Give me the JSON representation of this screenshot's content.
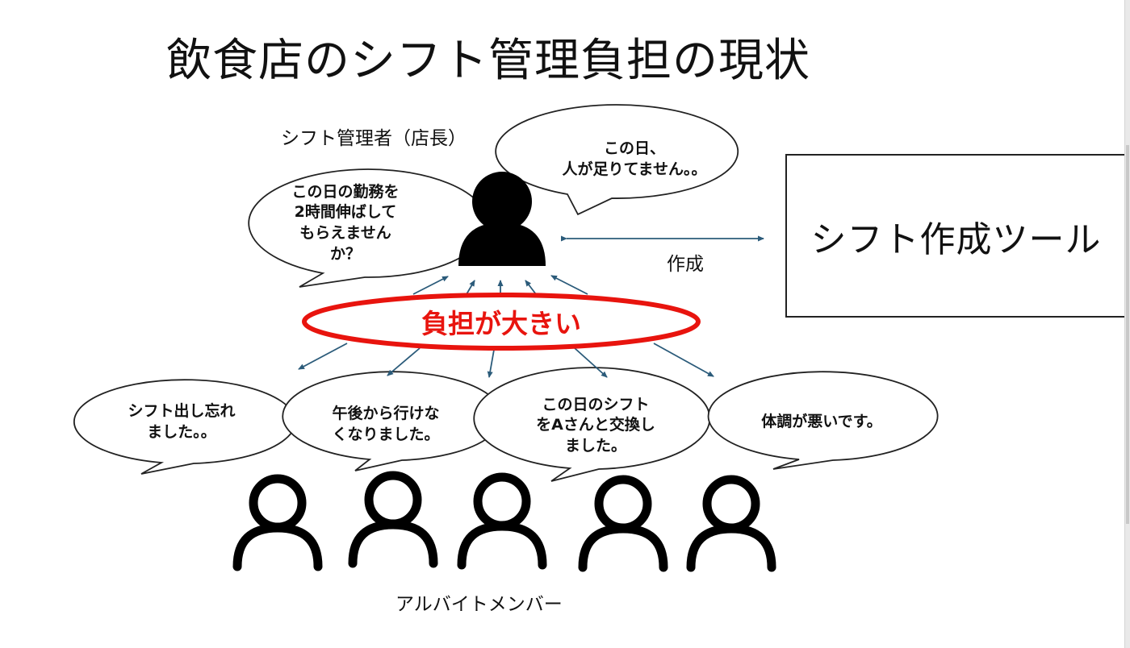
{
  "title": "飲食店のシフト管理負担の現状",
  "manager": {
    "label": "シフト管理者（店長）",
    "bubble_left": "この日の勤務を\n2時間伸ばして\nもらえません\nか？",
    "bubble_right": "この日、\n人が足りてません。。"
  },
  "tool": {
    "label": "シフト作成ツール",
    "edge_label": "作成"
  },
  "burden": {
    "label": "負担が大きい",
    "outline_color": "#e8140e"
  },
  "members": {
    "label": "アルバイトメンバー",
    "bubbles": [
      "シフト出し忘れ\nました。。",
      "午後から行けな\nくなりました。",
      "この日のシフト\nをAさんと交換し\nました。",
      "体調が悪いです。"
    ]
  },
  "colors": {
    "arrow": "#2b5b7a",
    "stroke": "#222222",
    "icon": "#000000"
  }
}
